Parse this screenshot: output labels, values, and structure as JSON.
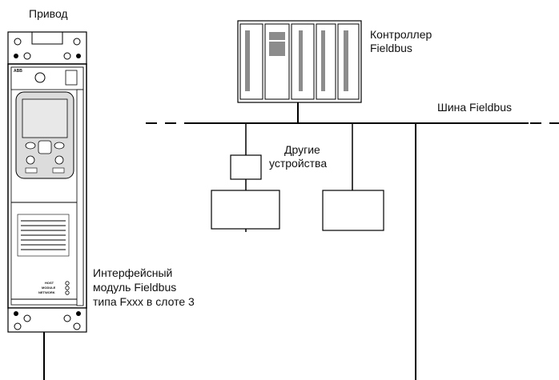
{
  "labels": {
    "drive": "Привод",
    "controller_line1": "Контроллер",
    "controller_line2": "Fieldbus",
    "bus": "Шина Fieldbus",
    "other_line1": "Другие",
    "other_line2": "устройства",
    "module_line1": "Интерфейсный",
    "module_line2": "модуль Fieldbus",
    "module_line3": "типа Fxxx в слоте 3"
  },
  "drive_markings": {
    "brand": "ABB",
    "leds": [
      "HOST",
      "MODULE",
      "NETWORK"
    ]
  },
  "colors": {
    "line": "#000000",
    "slot_gray": "#8c8c8c",
    "drive_panel": "#d0d0d0",
    "drive_body": "#ffffff"
  }
}
